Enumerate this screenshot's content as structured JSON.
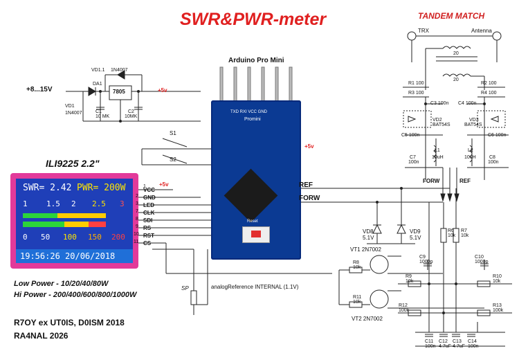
{
  "title": "SWR&PWR-meter",
  "subtitle": "TANDEM MATCH",
  "board_label": "Arduino Pro Mini",
  "board_silk": {
    "top": "TXD RXI VCC GND",
    "name": "Promini",
    "reset": "Reset"
  },
  "lcd": {
    "model": "ILI9225 2.2\"",
    "swr": "SWR= 2.42",
    "pwr": "PWR= 200W",
    "scale_top": [
      "1",
      "1.5",
      "2",
      "2.5",
      "3"
    ],
    "scale_bottom": [
      "0",
      "50",
      "100",
      "150",
      "200"
    ],
    "clock": "19:56:26 20/06/2018",
    "pins": [
      {
        "n": "1",
        "name": "VCC"
      },
      {
        "n": "2",
        "name": "GND"
      },
      {
        "n": "3",
        "name": "LED"
      },
      {
        "n": "7",
        "name": "CLK"
      },
      {
        "n": "8",
        "name": "SDI"
      },
      {
        "n": "9",
        "name": "RS"
      },
      {
        "n": "10",
        "name": "RST"
      },
      {
        "n": "11",
        "name": "CS"
      }
    ]
  },
  "supply": {
    "input": "+8...15V",
    "vd1": "VD1",
    "vd1_type": "1N4007",
    "vd11": "VD1.1",
    "vd11_type": "1N4007",
    "da1": "DA1",
    "reg": "7805",
    "c1": "C1",
    "c1_val": "10 MK",
    "c2": "C2",
    "c2_val": "10MK",
    "plus5": "+5v"
  },
  "switches": {
    "s1": "S1",
    "s2": "S2"
  },
  "signals": {
    "ref": "REF",
    "forw": "FORW",
    "sp": "SP",
    "aref": "analogReference INTERNAL (1.1V)"
  },
  "diodes": {
    "vd8": "VD8",
    "vd8_v": "5.1V",
    "vd9": "VD9",
    "vd9_v": "5.1V"
  },
  "transistors": {
    "vt1": "VT1  2N7002",
    "vt2": "VT2  2N7002"
  },
  "parts": [
    {
      "id": "R8",
      "val": "10k"
    },
    {
      "id": "R9",
      "val": "10k"
    },
    {
      "id": "R10",
      "val": "10k"
    },
    {
      "id": "R11",
      "val": "10k"
    },
    {
      "id": "R12",
      "val": "100k"
    },
    {
      "id": "R13",
      "val": "100k"
    },
    {
      "id": "R6",
      "val": "10k"
    },
    {
      "id": "R7",
      "val": "10k"
    },
    {
      "id": "C9",
      "val": "1000p"
    },
    {
      "id": "C10",
      "val": "1000p"
    },
    {
      "id": "C11",
      "val": "100n"
    },
    {
      "id": "C12",
      "val": "4.7uF"
    },
    {
      "id": "C13",
      "val": "4.7uF"
    },
    {
      "id": "C14",
      "val": "100n"
    }
  ],
  "tandem": {
    "trx": "TRX",
    "antenna": "Antenna",
    "t_top": "20",
    "t_bot": "20",
    "r1": "R1 100",
    "r2": "R2 100",
    "r3": "R3 100",
    "r4": "R4 100",
    "c3": "C3  100n",
    "c4": "C4 100n",
    "vd2": "VD2",
    "vd2_t": "BAT54S",
    "vd3": "VD3",
    "vd3_t": "BAT54S",
    "c5": "C5 100n",
    "c6": "C6 100n",
    "l1": "L1",
    "l1_v": "10uH",
    "l2": "L2",
    "l2_v": "10uH",
    "c7": "C7",
    "c7_v": "100n",
    "c8": "C8",
    "c8_v": "100n",
    "forw": "FORW",
    "ref": "REF"
  },
  "power_notes": [
    "Low Power - 10/20/40/80W",
    "Hi Power - 200/400/600/800/1000W"
  ],
  "credits": [
    "R7OY ex UT0IS, D0ISM 2018",
    "RA4NAL 2026"
  ],
  "colors": {
    "title": "#e02020",
    "board": "#0b3a93",
    "lcd_frame": "#e23a9a",
    "lcd_bg": "#1f3fb8",
    "swr_text": "#ffffff",
    "pwr_text": "#ffe600"
  }
}
